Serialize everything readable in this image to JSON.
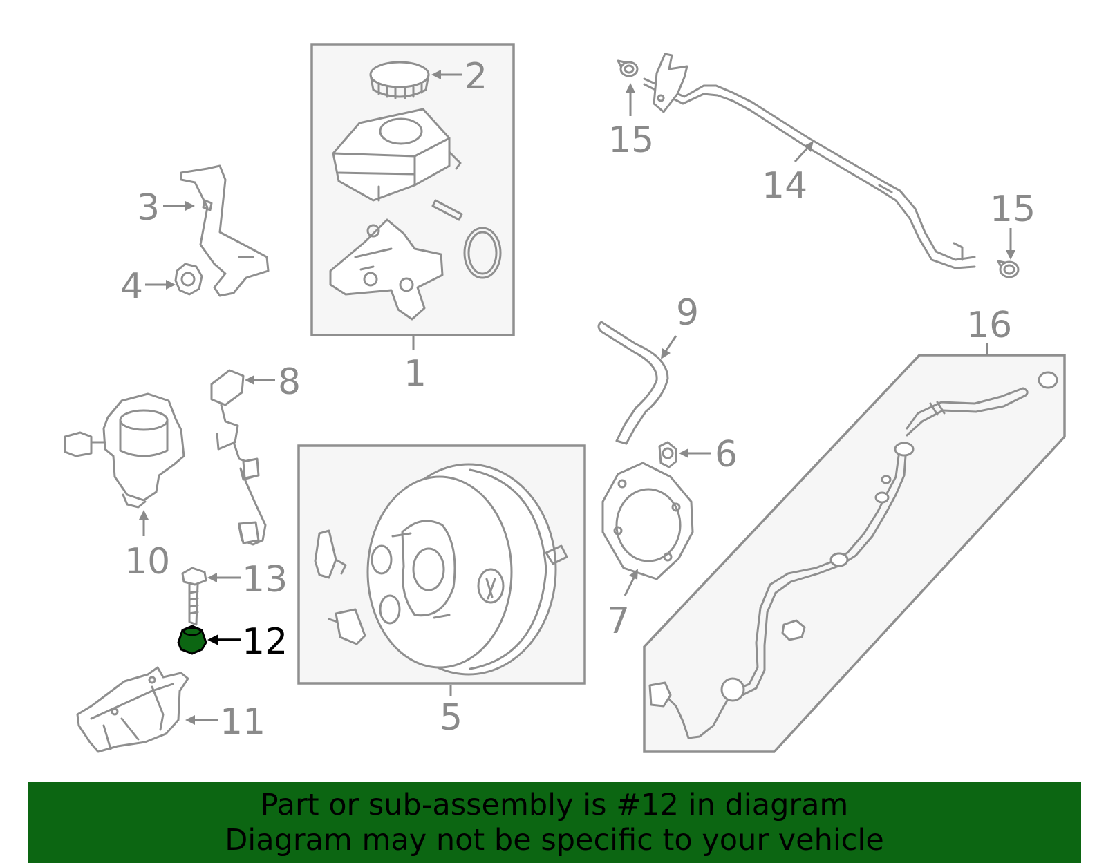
{
  "callouts": {
    "c1": "1",
    "c2": "2",
    "c3": "3",
    "c4": "4",
    "c5": "5",
    "c6": "6",
    "c7": "7",
    "c8": "8",
    "c9": "9",
    "c10": "10",
    "c11": "11",
    "c12": "12",
    "c13": "13",
    "c14": "14",
    "c15a": "15",
    "c15b": "15",
    "c16": "16"
  },
  "highlight": {
    "part_number": "12",
    "color": "#0c6612"
  },
  "banner": {
    "line1": "Part or sub-assembly is #12 in diagram",
    "line2": "Diagram may not be specific to your vehicle",
    "background": "#0c6612"
  }
}
